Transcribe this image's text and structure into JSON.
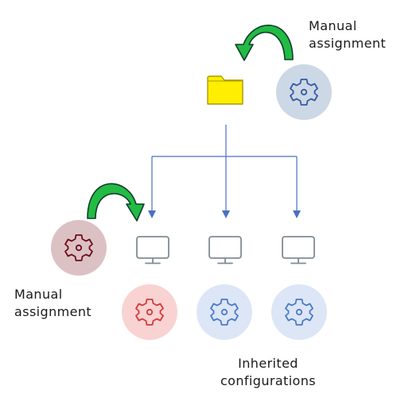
{
  "labels": {
    "manual_top_line1": "Manual",
    "manual_top_line2": "assignment",
    "manual_left_line1": "Manual",
    "manual_left_line2": "assignment",
    "inherited_line1": "Inherited",
    "inherited_line2": "configurations"
  },
  "icons": {
    "folder": "folder-icon",
    "gear": "gear-icon",
    "monitor": "monitor-icon",
    "curved_arrow": "curved-arrow-icon"
  },
  "colors": {
    "folder_fill": "#ffee00",
    "folder_stroke": "#a79a00",
    "connector": "#4a70c0",
    "curved_arrow": "#22bb44",
    "curved_arrow_outline": "#0f3d2a",
    "top_gear_circle": "#cdd8e6",
    "top_gear_stroke": "#3459a6",
    "left_gear_circle": "#dcc1c4",
    "left_gear_stroke": "#6b0d18",
    "red_gear_circle": "#f9d2d2",
    "red_gear_stroke": "#d33a3a",
    "blue_gear_circle": "#dde6f6",
    "blue_gear_stroke": "#4a7ac8",
    "monitor_stroke": "#7f8d92"
  }
}
